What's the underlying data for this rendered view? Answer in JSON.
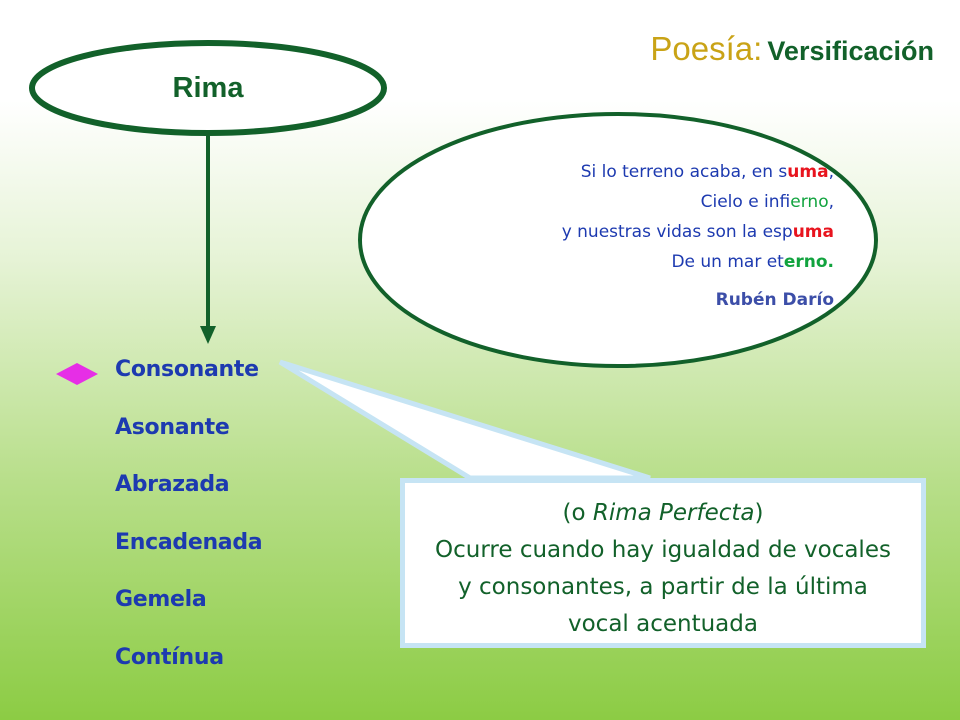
{
  "title": {
    "main": "Poesía:",
    "sub": "Versificación"
  },
  "oval": {
    "label": "Rima"
  },
  "poem": {
    "lines": [
      {
        "a": "Si lo terreno acaba, en s",
        "b": "uma",
        "c": ","
      },
      {
        "a": "Cielo e inf",
        "b": "ierno",
        "c": ","
      },
      {
        "a": "y nuestras vidas son la esp",
        "b": "uma",
        "c": ""
      },
      {
        "a": "De un mar et",
        "b": "erno.",
        "c": ""
      }
    ],
    "author": "Rubén Darío"
  },
  "rhyme_types": [
    "Consonante",
    "Asonante",
    "Abrazada",
    "Encadenada",
    "Gemela",
    "Contínua"
  ],
  "callout": {
    "head_open": "(o ",
    "head_italic": "Rima Perfecta",
    "head_close": ")",
    "body_lines": [
      "Ocurre cuando hay igualdad de vocales",
      "y consonantes, a partir de la última",
      "vocal acentuada"
    ]
  },
  "colors": {
    "title_accent": "#c9a316",
    "dark_green": "#12612a",
    "list_blue": "#1d3ab0",
    "rhyme_red": "#e8141e",
    "rhyme_green": "#11a33e",
    "marker_magenta": "#e62ee6",
    "callout_border": "#c6e4f4"
  },
  "icons": {
    "marker": "diamond-icon"
  }
}
